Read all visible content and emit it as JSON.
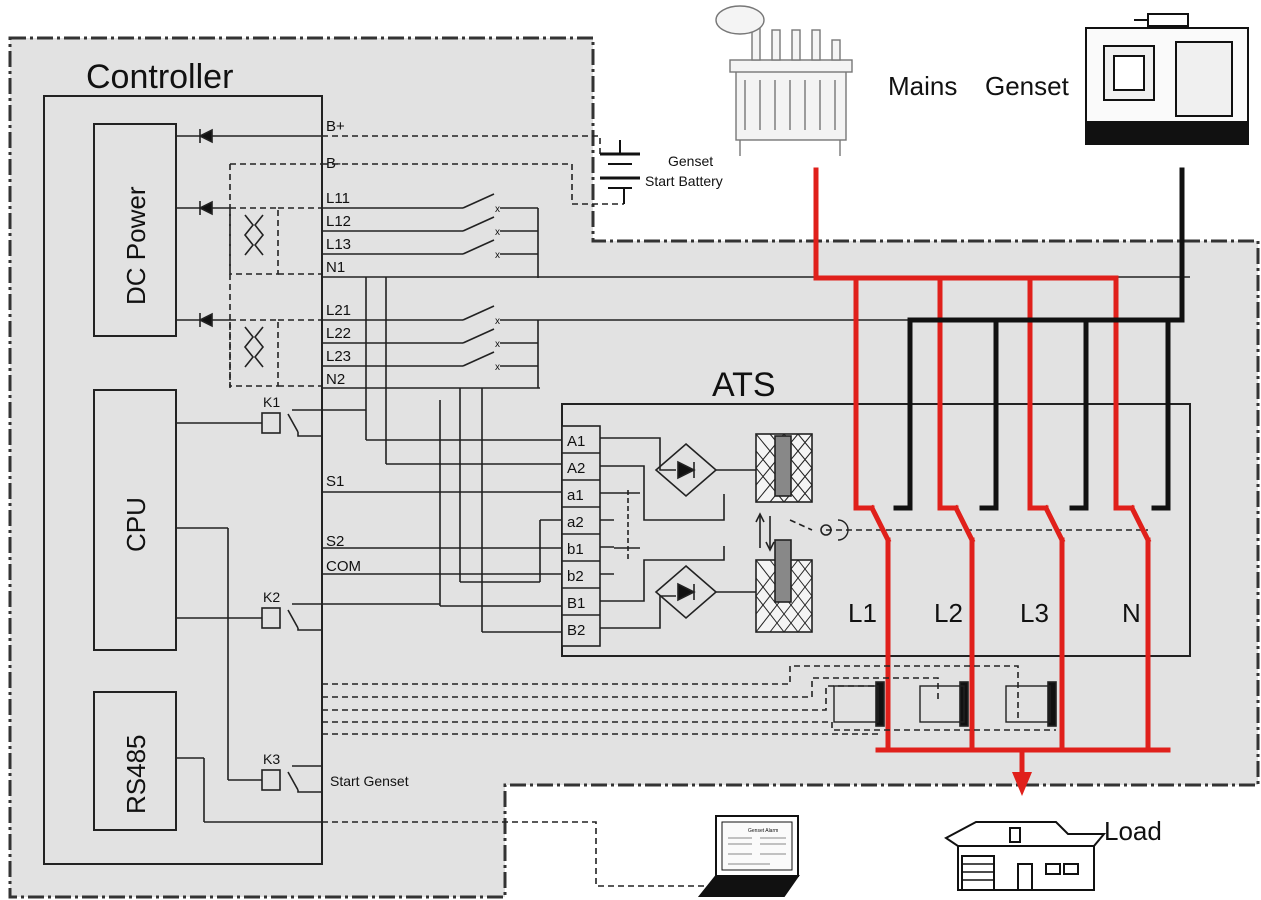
{
  "labels": {
    "controller": "Controller",
    "dc_power": "DC Power",
    "cpu": "CPU",
    "rs485": "RS485",
    "ats": "ATS",
    "mains": "Mains",
    "genset": "Genset",
    "battery_line1": "Genset",
    "battery_line2": "Start Battery",
    "start_genset": "Start Genset",
    "load": "Load",
    "relay_k1": "K1",
    "relay_k2": "K2",
    "relay_k3": "K3",
    "phase_l1": "L1",
    "phase_l2": "L2",
    "phase_l3": "L3",
    "phase_n": "N",
    "laptop_header": "Genset Alarm"
  },
  "controller_terminals": [
    "B+",
    "B-",
    "L11",
    "L12",
    "L13",
    "N1",
    "L21",
    "L22",
    "L23",
    "N2",
    "S1",
    "S2",
    "COM"
  ],
  "ats_terminals": [
    "A1",
    "A2",
    "a1",
    "a2",
    "b1",
    "b2",
    "B1",
    "B2"
  ],
  "colors": {
    "power_bus": "#e0201b",
    "genset_bus": "#111111",
    "panel_fill": "#e2e2e2",
    "line": "#222222"
  }
}
